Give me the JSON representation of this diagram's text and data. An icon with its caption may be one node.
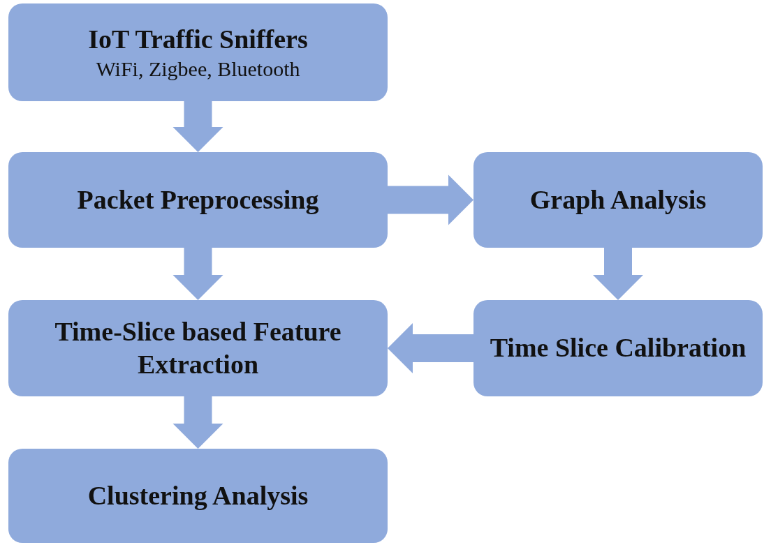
{
  "diagram": {
    "nodes": [
      {
        "text": [
          "IoT Traffic Sniffers",
          "WiFi, Zigbee, Bluetooth"
        ]
      },
      {
        "text": [
          "Packet Preprocessing"
        ]
      },
      {
        "text": [
          "Graph Analysis"
        ]
      },
      {
        "text": [
          "Time-Slice based Feature Extraction"
        ]
      },
      {
        "text": [
          "Time Slice Calibration"
        ]
      },
      {
        "text": [
          "Clustering Analysis"
        ]
      }
    ],
    "edges": [
      {
        "from": 0,
        "to": 1,
        "arrow": "to"
      },
      {
        "from": 1,
        "to": 2,
        "arrow": "to"
      },
      {
        "from": 1,
        "to": 3,
        "arrow": "to"
      },
      {
        "from": 2,
        "to": 4,
        "arrow": "to"
      },
      {
        "from": 4,
        "to": 3,
        "arrow": "to"
      },
      {
        "from": 3,
        "to": 5,
        "arrow": "to"
      }
    ]
  }
}
